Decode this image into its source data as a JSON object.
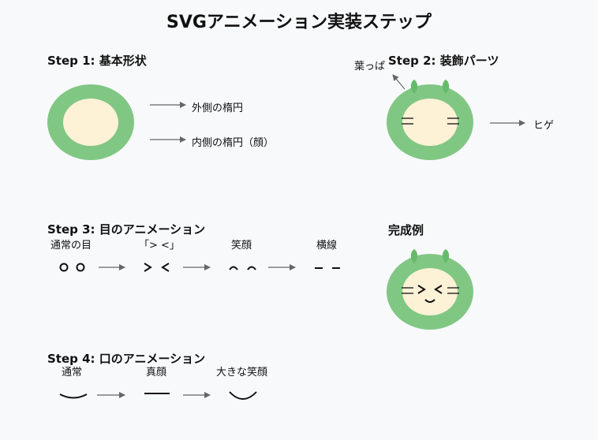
{
  "title": "SVGアニメーション実装ステップ",
  "steps": {
    "step1": {
      "heading": "Step 1: 基本形状",
      "outer_label": "外側の楕円",
      "inner_label": "内側の楕円（顔）"
    },
    "step2": {
      "heading": "Step 2: 装飾パーツ",
      "leaf_label": "葉っぱ",
      "whisker_label": "ヒゲ"
    },
    "step3": {
      "heading": "Step 3: 目のアニメーション",
      "states": [
        "通常の目",
        "「> <」",
        "笑顔",
        "横線"
      ]
    },
    "step4": {
      "heading": "Step 4: 口のアニメーション",
      "states": [
        "通常",
        "真顔",
        "大きな笑顔"
      ]
    },
    "complete": {
      "heading": "完成例"
    }
  },
  "colors": {
    "outer": "#81c784",
    "inner": "#fdf1d6",
    "leaf": "#66bb6a",
    "arrow": "#666666",
    "stroke": "#111111"
  }
}
